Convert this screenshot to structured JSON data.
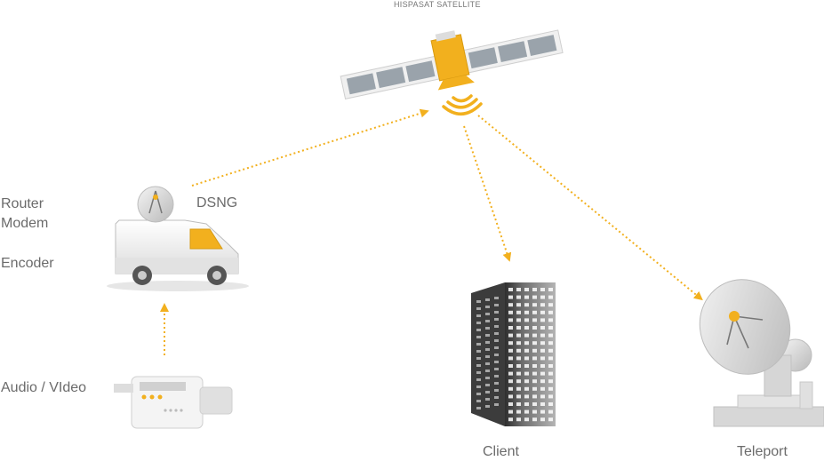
{
  "labels": {
    "satellite": "HISPASAT SATELLITE",
    "dsng": "DSNG",
    "router": "Router",
    "modem": "Modem",
    "encoder": "Encoder",
    "audio_video": "Audio / VIdeo",
    "client": "Client",
    "teleport": "Teleport"
  },
  "colors": {
    "accent": "#f2b01e",
    "label": "#6b6b6b",
    "panel": "#9aa3ab"
  },
  "icons": [
    "satellite-icon",
    "signal-waves-icon",
    "dsng-van-icon",
    "camera-icon",
    "building-icon",
    "teleport-dish-icon"
  ]
}
